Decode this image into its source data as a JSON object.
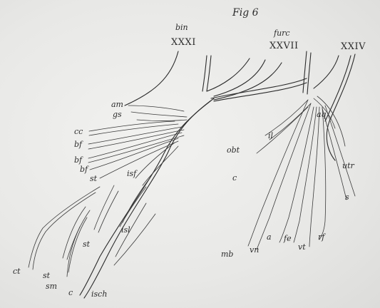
{
  "figure": {
    "caption": "Fig 6",
    "plexus_labels": {
      "bin": "bin",
      "bin_roman": "XXXI",
      "furc": "furc",
      "furc_roman": "XXVII",
      "right_roman": "XXIV"
    },
    "nerve_labels": {
      "am": "am",
      "gs": "gs",
      "cc": "cc",
      "bf1": "bf",
      "bf2": "bf",
      "bf3": "bf",
      "st_upper": "st",
      "isf": "isf",
      "isl": "isl",
      "st_mid": "st",
      "ct": "ct",
      "st_low": "st",
      "sm": "sm",
      "c_bottom": "c",
      "isch": "isch",
      "obt": "obt",
      "il": "il",
      "aq": "aq",
      "utr": "utr",
      "c_mid": "c",
      "s": "s",
      "mb": "mb",
      "vn": "vn",
      "a": "a",
      "fe": "fe",
      "vt": "vt",
      "rf": "rf"
    }
  }
}
